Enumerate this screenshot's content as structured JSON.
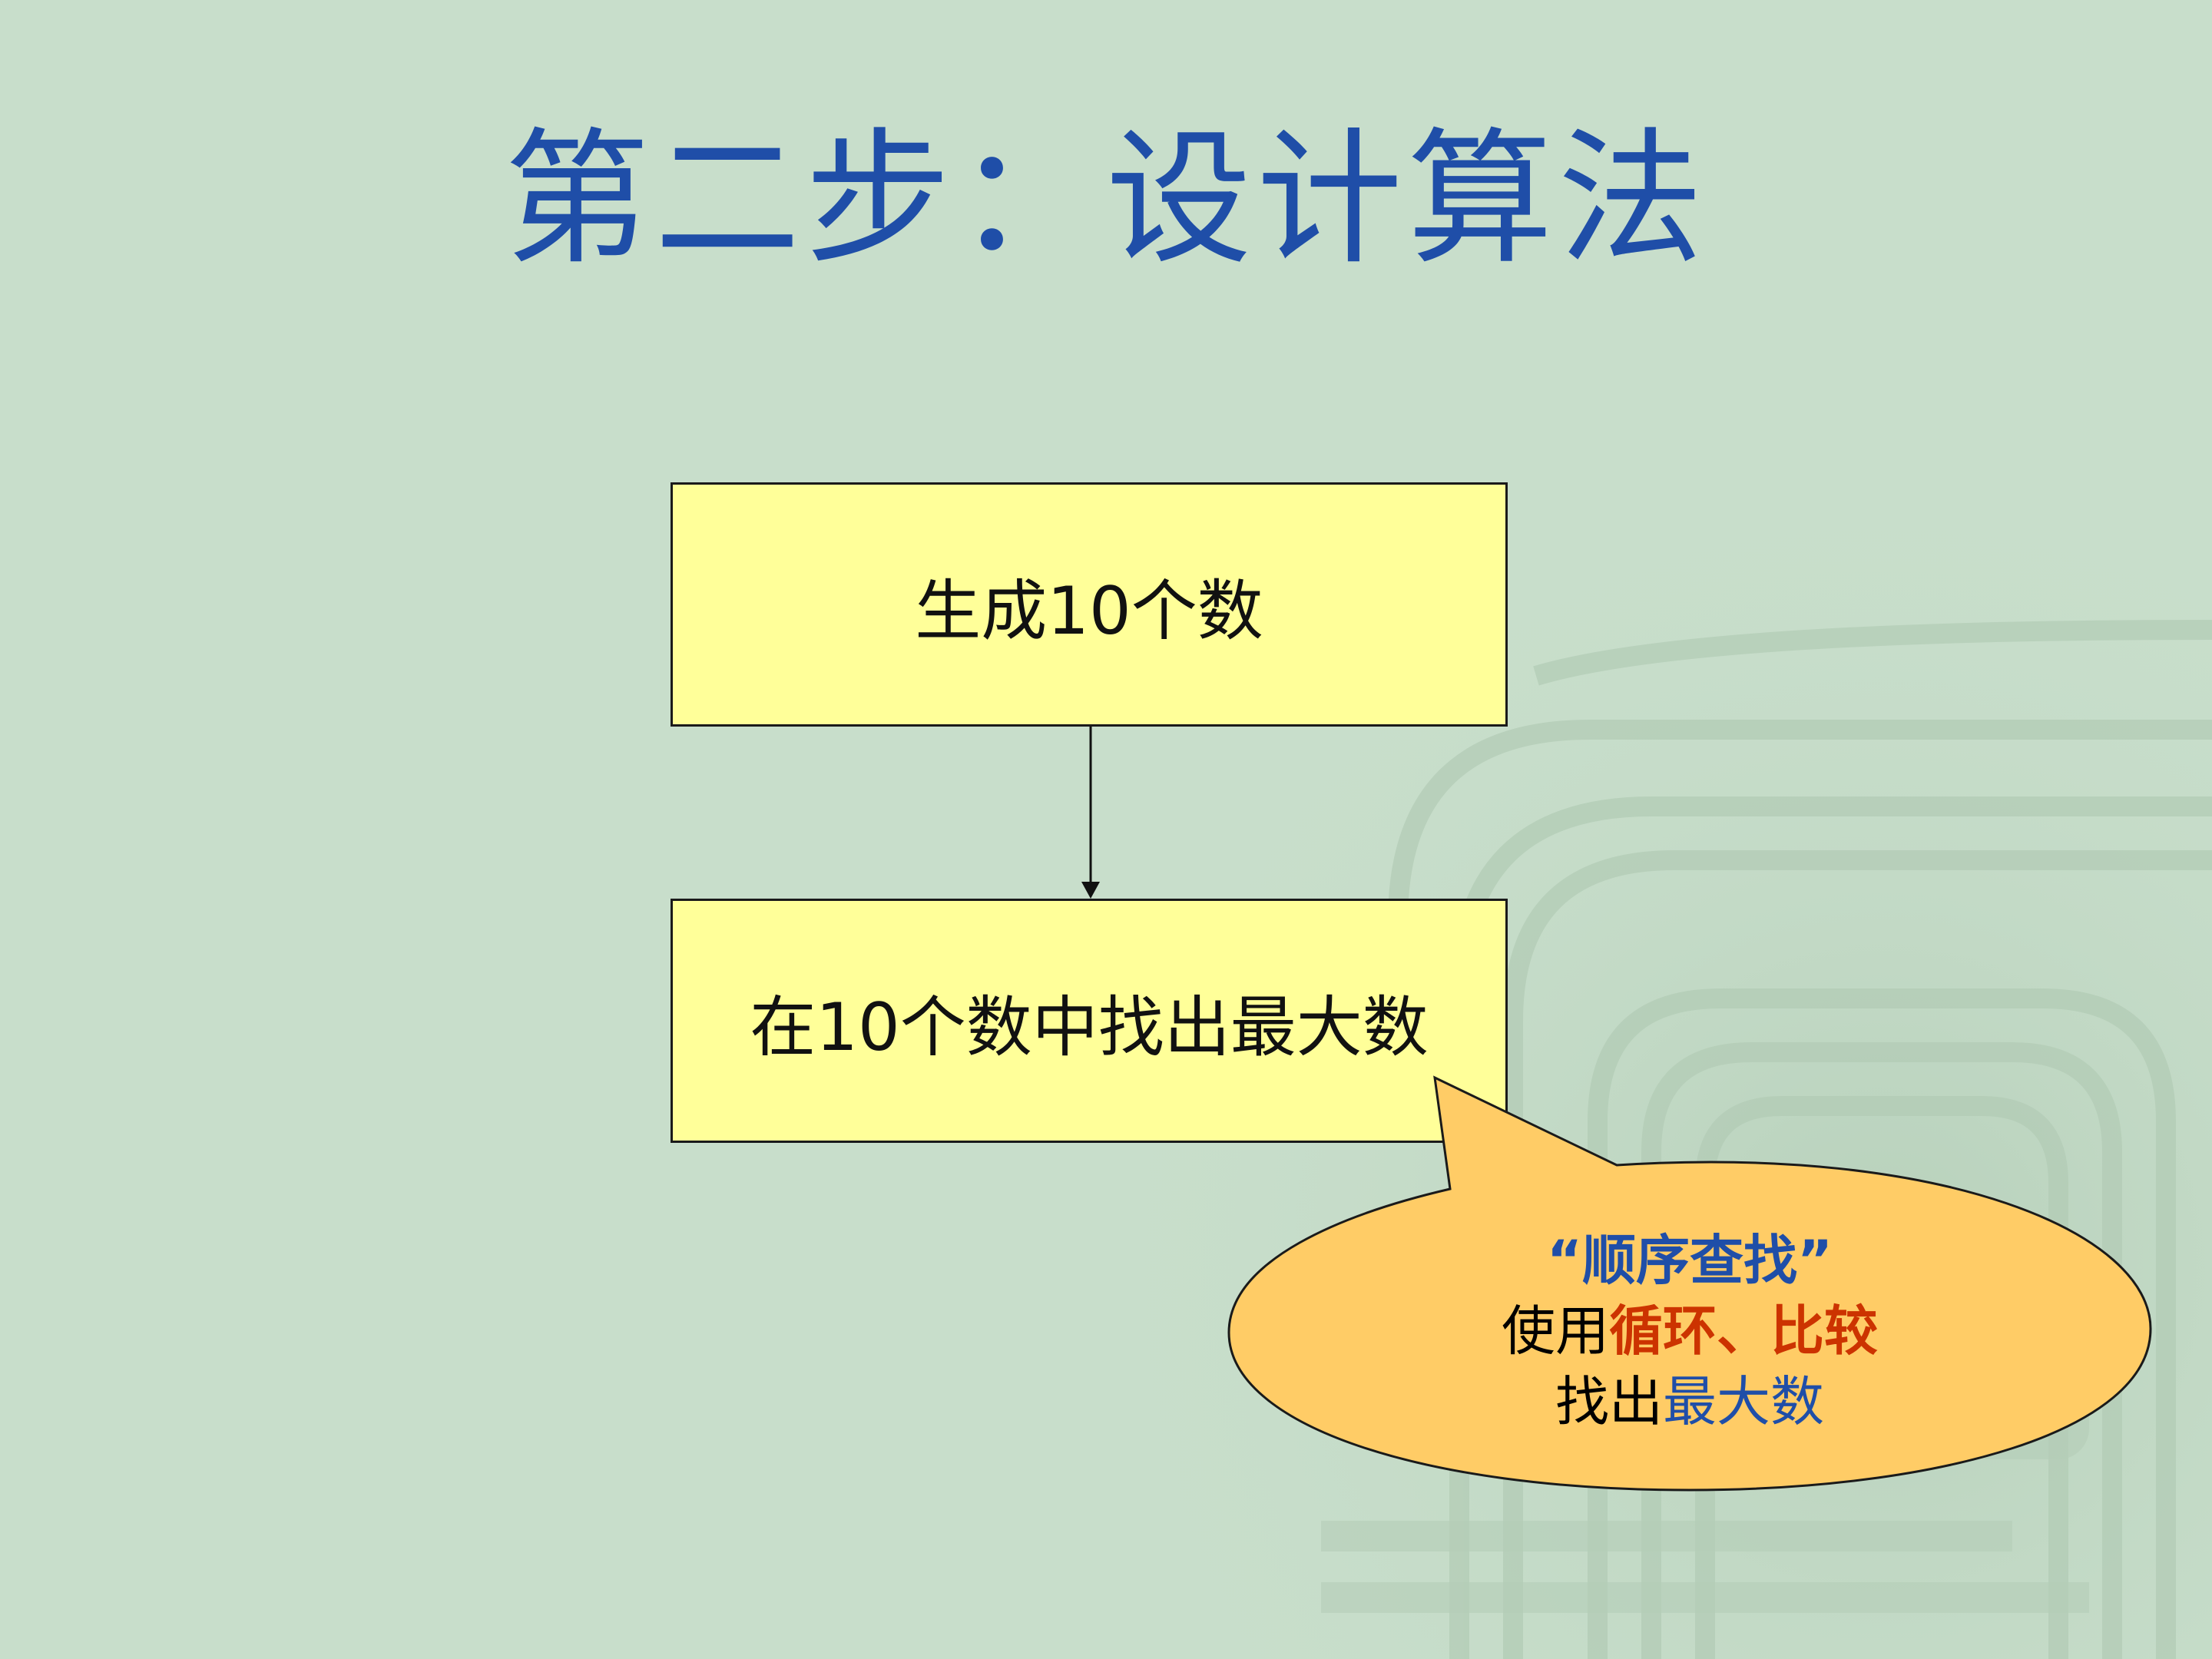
{
  "slide": {
    "title": "第二步：设计算法",
    "title_color": "#1f4ea8"
  },
  "flowchart": {
    "steps": [
      {
        "label": "生成10个数"
      },
      {
        "label": "在10个数中找出最大数"
      }
    ],
    "box_fill": "#ffff99"
  },
  "callout": {
    "line1": "“顺序查找”",
    "line2_prefix": "使用",
    "line2_highlight": "循环、比较",
    "line3_prefix": "找出",
    "line3_highlight": "最大数",
    "fill": "#ffcc66",
    "blue": "#1f4ea8",
    "red": "#cc3300"
  }
}
